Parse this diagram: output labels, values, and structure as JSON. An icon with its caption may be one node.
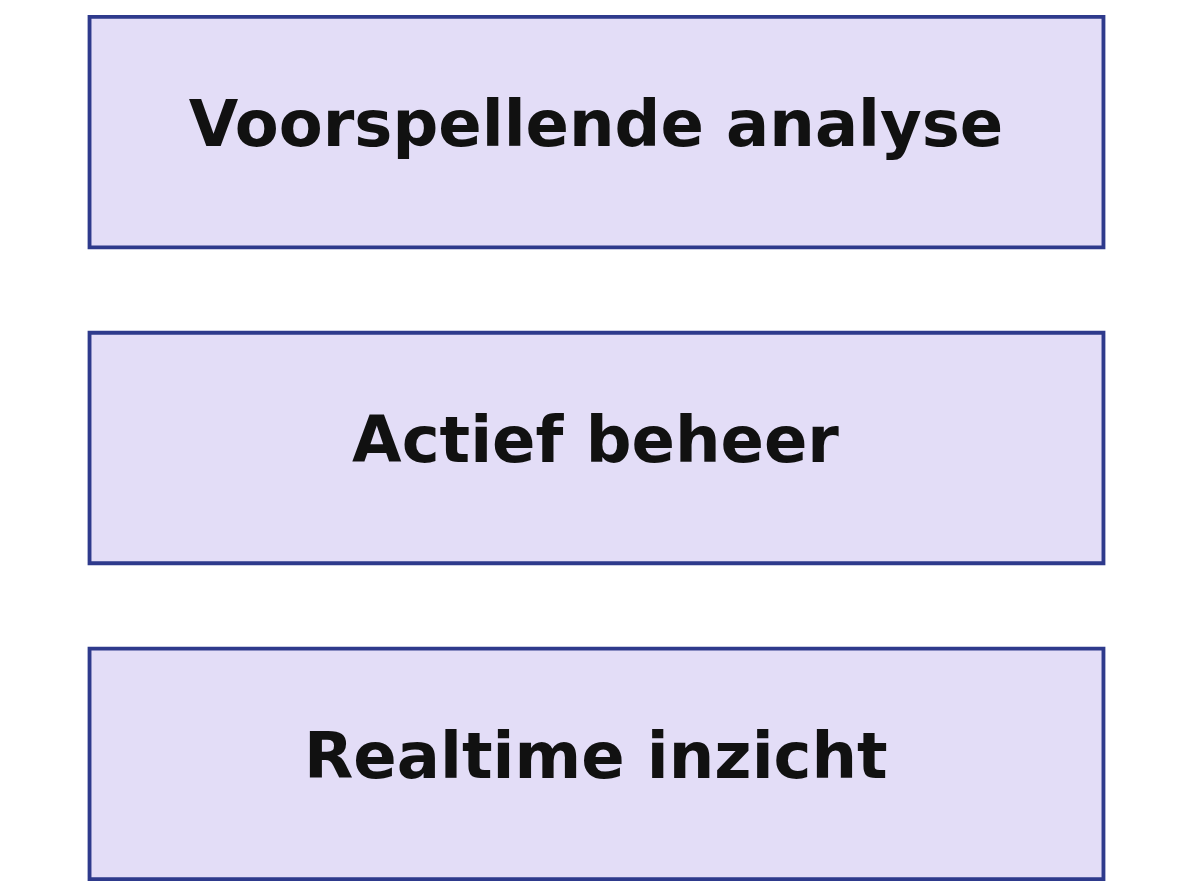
{
  "diagram": {
    "nodes": [
      {
        "text": [
          "Voorspellende analyse"
        ]
      },
      {
        "text": [
          "Actief beheer"
        ]
      },
      {
        "text": [
          "Realtime inzicht"
        ]
      }
    ],
    "edges": []
  }
}
